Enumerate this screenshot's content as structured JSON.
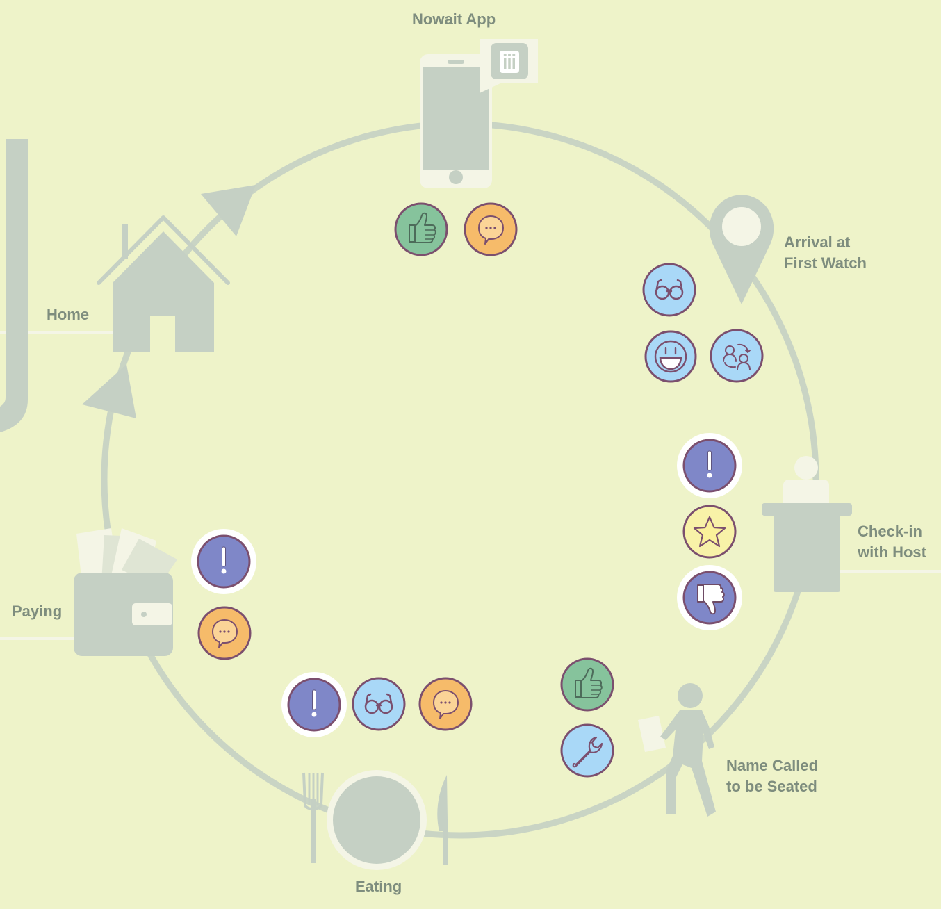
{
  "colors": {
    "background": "#eef3c9",
    "ring": "#c9d4c4",
    "illustration": "#c5d0c4",
    "highlight": "#f4f5e6",
    "label_text": "#7e8d7e",
    "badge_border": "#7b4f6e",
    "positive_green": "#86c39c",
    "feedback_orange": "#f6bb6a",
    "observe_blue": "#a9d8f7",
    "alert_purple": "#7f87c8",
    "star_yellow": "#f8f2a8"
  },
  "stages": {
    "nowait_app": {
      "label": "Nowait App",
      "illustration": "smartphone-icon",
      "badges": [
        "thumbs-up-icon",
        "speech-bubble-icon"
      ]
    },
    "arrival": {
      "label_line1": "Arrival at",
      "label_line2": "First Watch",
      "illustration": "location-pin-icon",
      "badges": [
        "glasses-icon",
        "smiley-icon",
        "conversation-icon"
      ]
    },
    "check_in": {
      "label_line1": "Check-in",
      "label_line2": "with Host",
      "illustration": "host-podium-icon",
      "badges": [
        "exclamation-icon",
        "star-icon",
        "thumbs-down-icon"
      ]
    },
    "seated": {
      "label_line1": "Name Called",
      "label_line2": "to be Seated",
      "illustration": "walking-person-icon",
      "badges": [
        "thumbs-up-icon",
        "wrench-icon"
      ]
    },
    "eating": {
      "label": "Eating",
      "illustration": "plate-cutlery-icon",
      "badges": [
        "exclamation-icon",
        "glasses-icon",
        "speech-bubble-icon"
      ]
    },
    "paying": {
      "label": "Paying",
      "illustration": "wallet-icon",
      "badges": [
        "exclamation-icon",
        "speech-bubble-icon"
      ]
    },
    "home": {
      "label": "Home",
      "illustration": "house-icon"
    }
  },
  "cycle_direction": "counter-clockwise"
}
